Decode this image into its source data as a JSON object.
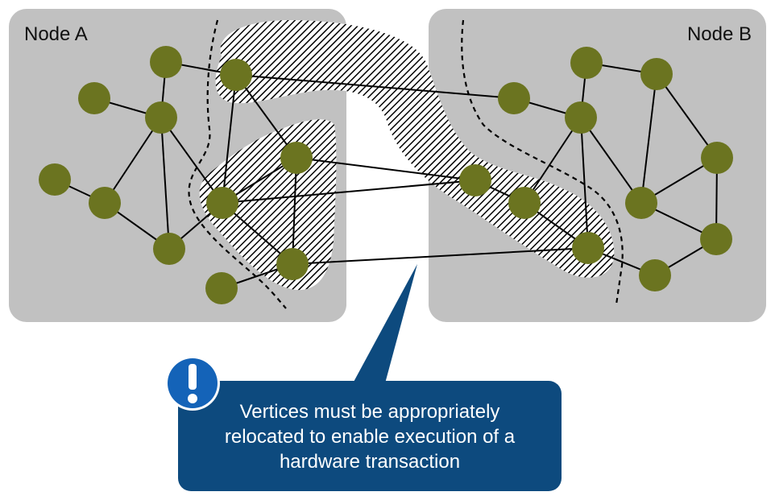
{
  "nodes": [
    {
      "id": "A",
      "label": "Node A"
    },
    {
      "id": "B",
      "label": "Node B"
    }
  ],
  "callout": {
    "icon": "exclamation-icon",
    "lines": [
      "Vertices must be appropriately",
      "relocated to enable execution of a",
      "hardware transaction"
    ]
  },
  "colors": {
    "node_box": "#c1c1c1",
    "vertex": "#6b7420",
    "callout": "#0d4a7e",
    "icon_fill": "#1463b8",
    "hatch": "#000000"
  }
}
